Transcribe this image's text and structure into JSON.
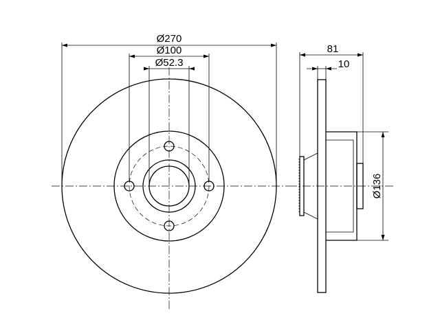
{
  "dimensions": {
    "outer_diameter": "Ø270",
    "bolt_circle": "Ø100",
    "center_bore": "Ø52.3",
    "total_height": "81",
    "disc_thickness": "10",
    "hub_diameter": "Ø136"
  },
  "colors": {
    "line": "#000000",
    "background": "#ffffff"
  }
}
